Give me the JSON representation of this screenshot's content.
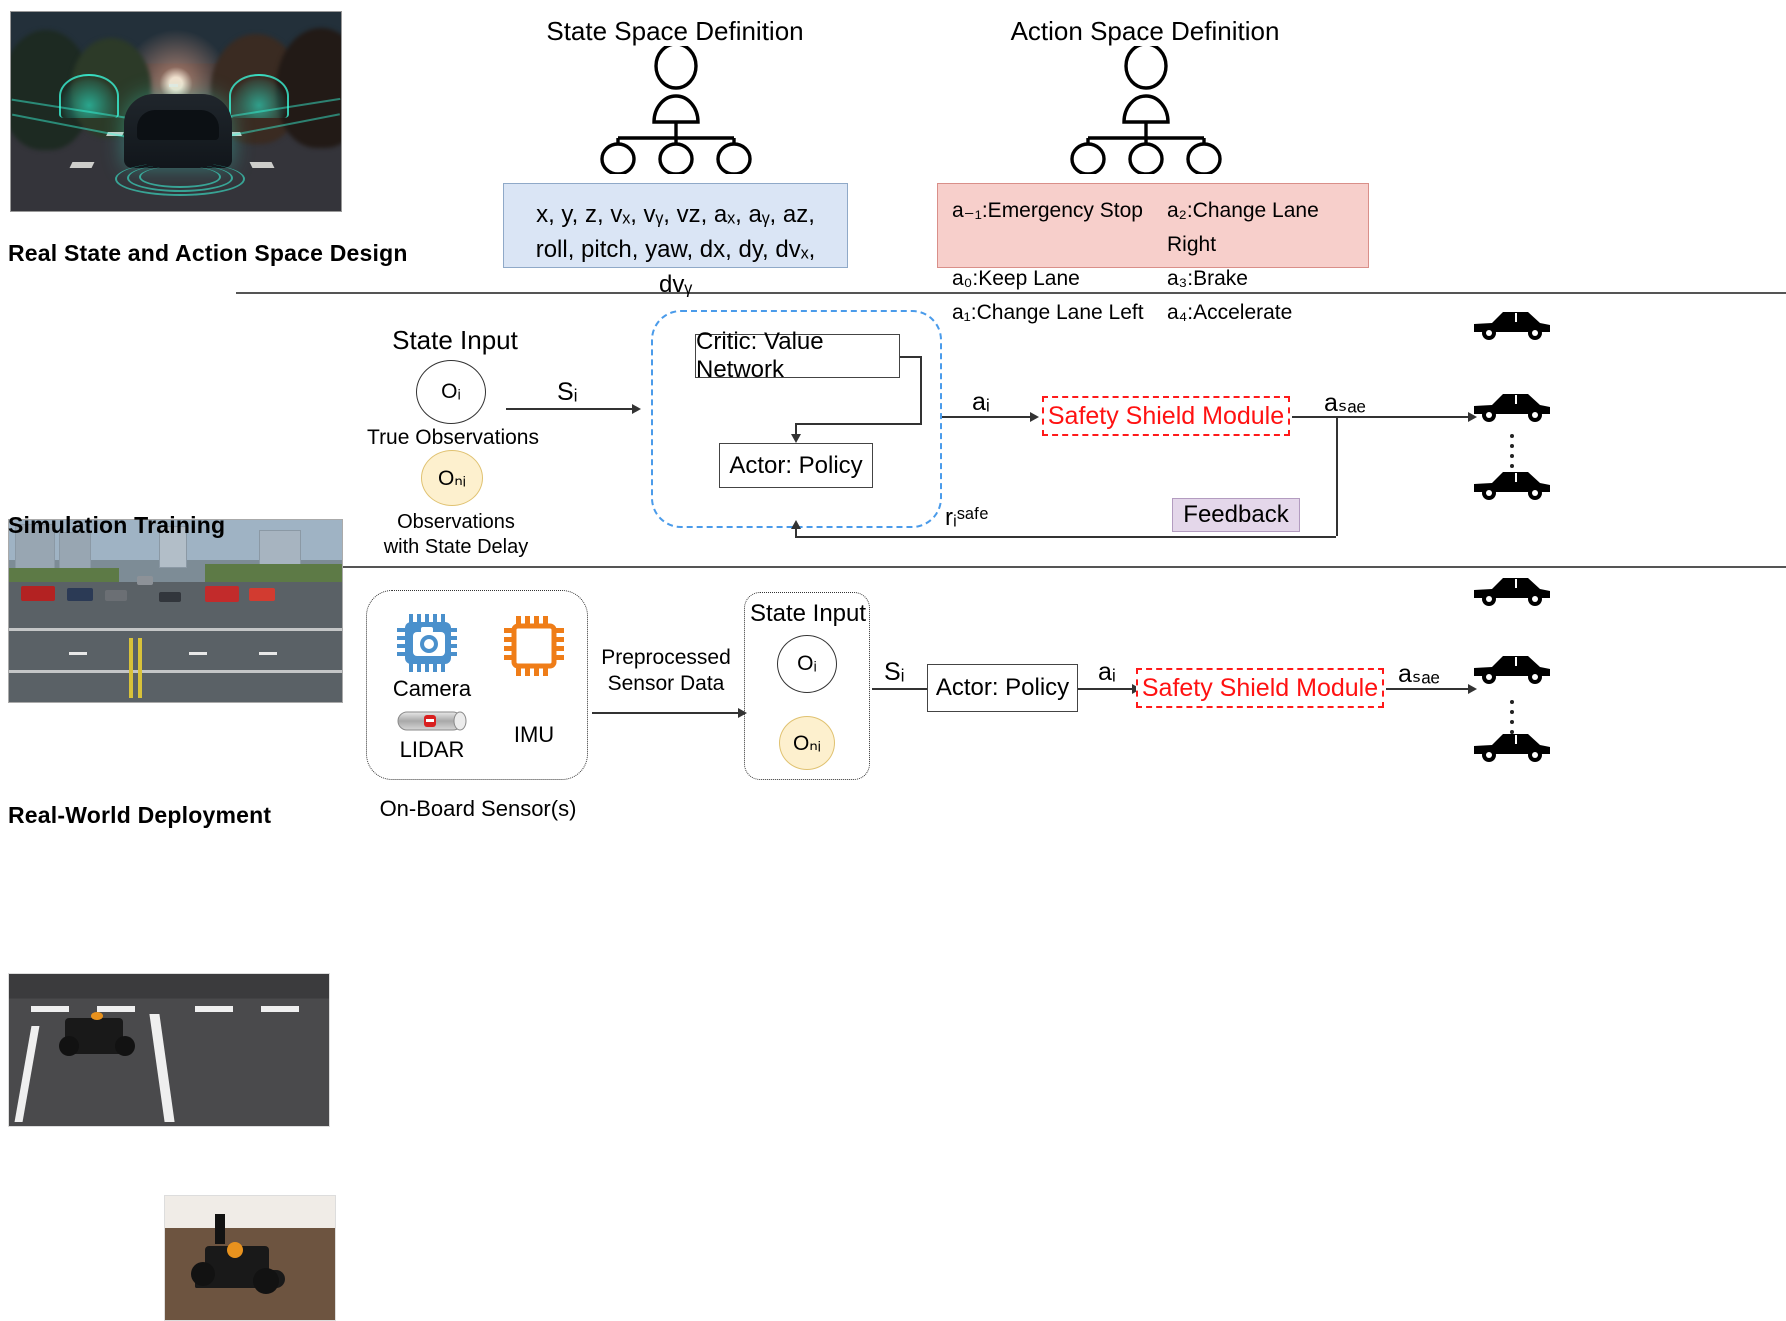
{
  "rows": {
    "top_caption": "Real State and Action Space Design",
    "mid_caption": "Simulation Training",
    "bottom_caption": "Real-World Deployment"
  },
  "state_space": {
    "title": "State Space Definition",
    "line1": "x, y, z, vₓ, vᵧ, vᴢ, aₓ, aᵧ, aᴢ,",
    "line2": "roll, pitch, yaw, dx, dy, dvₓ, dvᵧ",
    "bg_color": "#dae5f5",
    "border_color": "#8fa9c8"
  },
  "action_space": {
    "title": "Action Space Definition",
    "bg_color": "#f7cfcb",
    "border_color": "#d98f89",
    "items_left": [
      "a₋₁:Emergency Stop",
      "a₀:Keep Lane",
      "a₁:Change Lane Left"
    ],
    "items_right": [
      "a₂:Change Lane Right",
      "a₃:Brake",
      "a₄:Accelerate"
    ]
  },
  "simulation": {
    "state_input_title": "State Input",
    "obs_true_symbol": "Oᵢ",
    "obs_true_label": "True Observations",
    "obs_delay_symbol": "Oₙᵢ",
    "obs_delay_label_1": "Observations",
    "obs_delay_label_2": "with State Delay",
    "arrow_state": "Sᵢ",
    "critic_label": "Critic: Value Network",
    "actor_label": "Actor: Policy",
    "arrow_action": "aᵢ",
    "shield_label": "Safety Shield Module",
    "shield_color": "#ff1111",
    "arrow_safe": "aₛₐₑ",
    "reward_label": "rᵢˢᵃᶠᵉ",
    "feedback_label": "Feedback",
    "feedback_bg": "#e4d7ea"
  },
  "deployment": {
    "sensor_group_label": "On-Board Sensor(s)",
    "camera_label": "Camera",
    "lidar_label": "LIDAR",
    "imu_label": "IMU",
    "preprocessed_1": "Preprocessed",
    "preprocessed_2": "Sensor Data",
    "state_input_title": "State Input",
    "obs_true_symbol": "Oᵢ",
    "obs_delay_symbol": "Oₙᵢ",
    "arrow_state": "Sᵢ",
    "actor_label": "Actor: Policy",
    "arrow_action": "aᵢ",
    "shield_label": "Safety Shield Module",
    "arrow_safe": "aₛₐₑ"
  },
  "images": {
    "highway": "autonomous-car-highway-sensing-illustration",
    "simulator": "carla-simulator-urban-intersection-screenshot",
    "rc_car_track": "rc-car-on-lane-marked-track-photo",
    "rc_car_floor": "rc-car-on-wooden-floor-photo"
  }
}
